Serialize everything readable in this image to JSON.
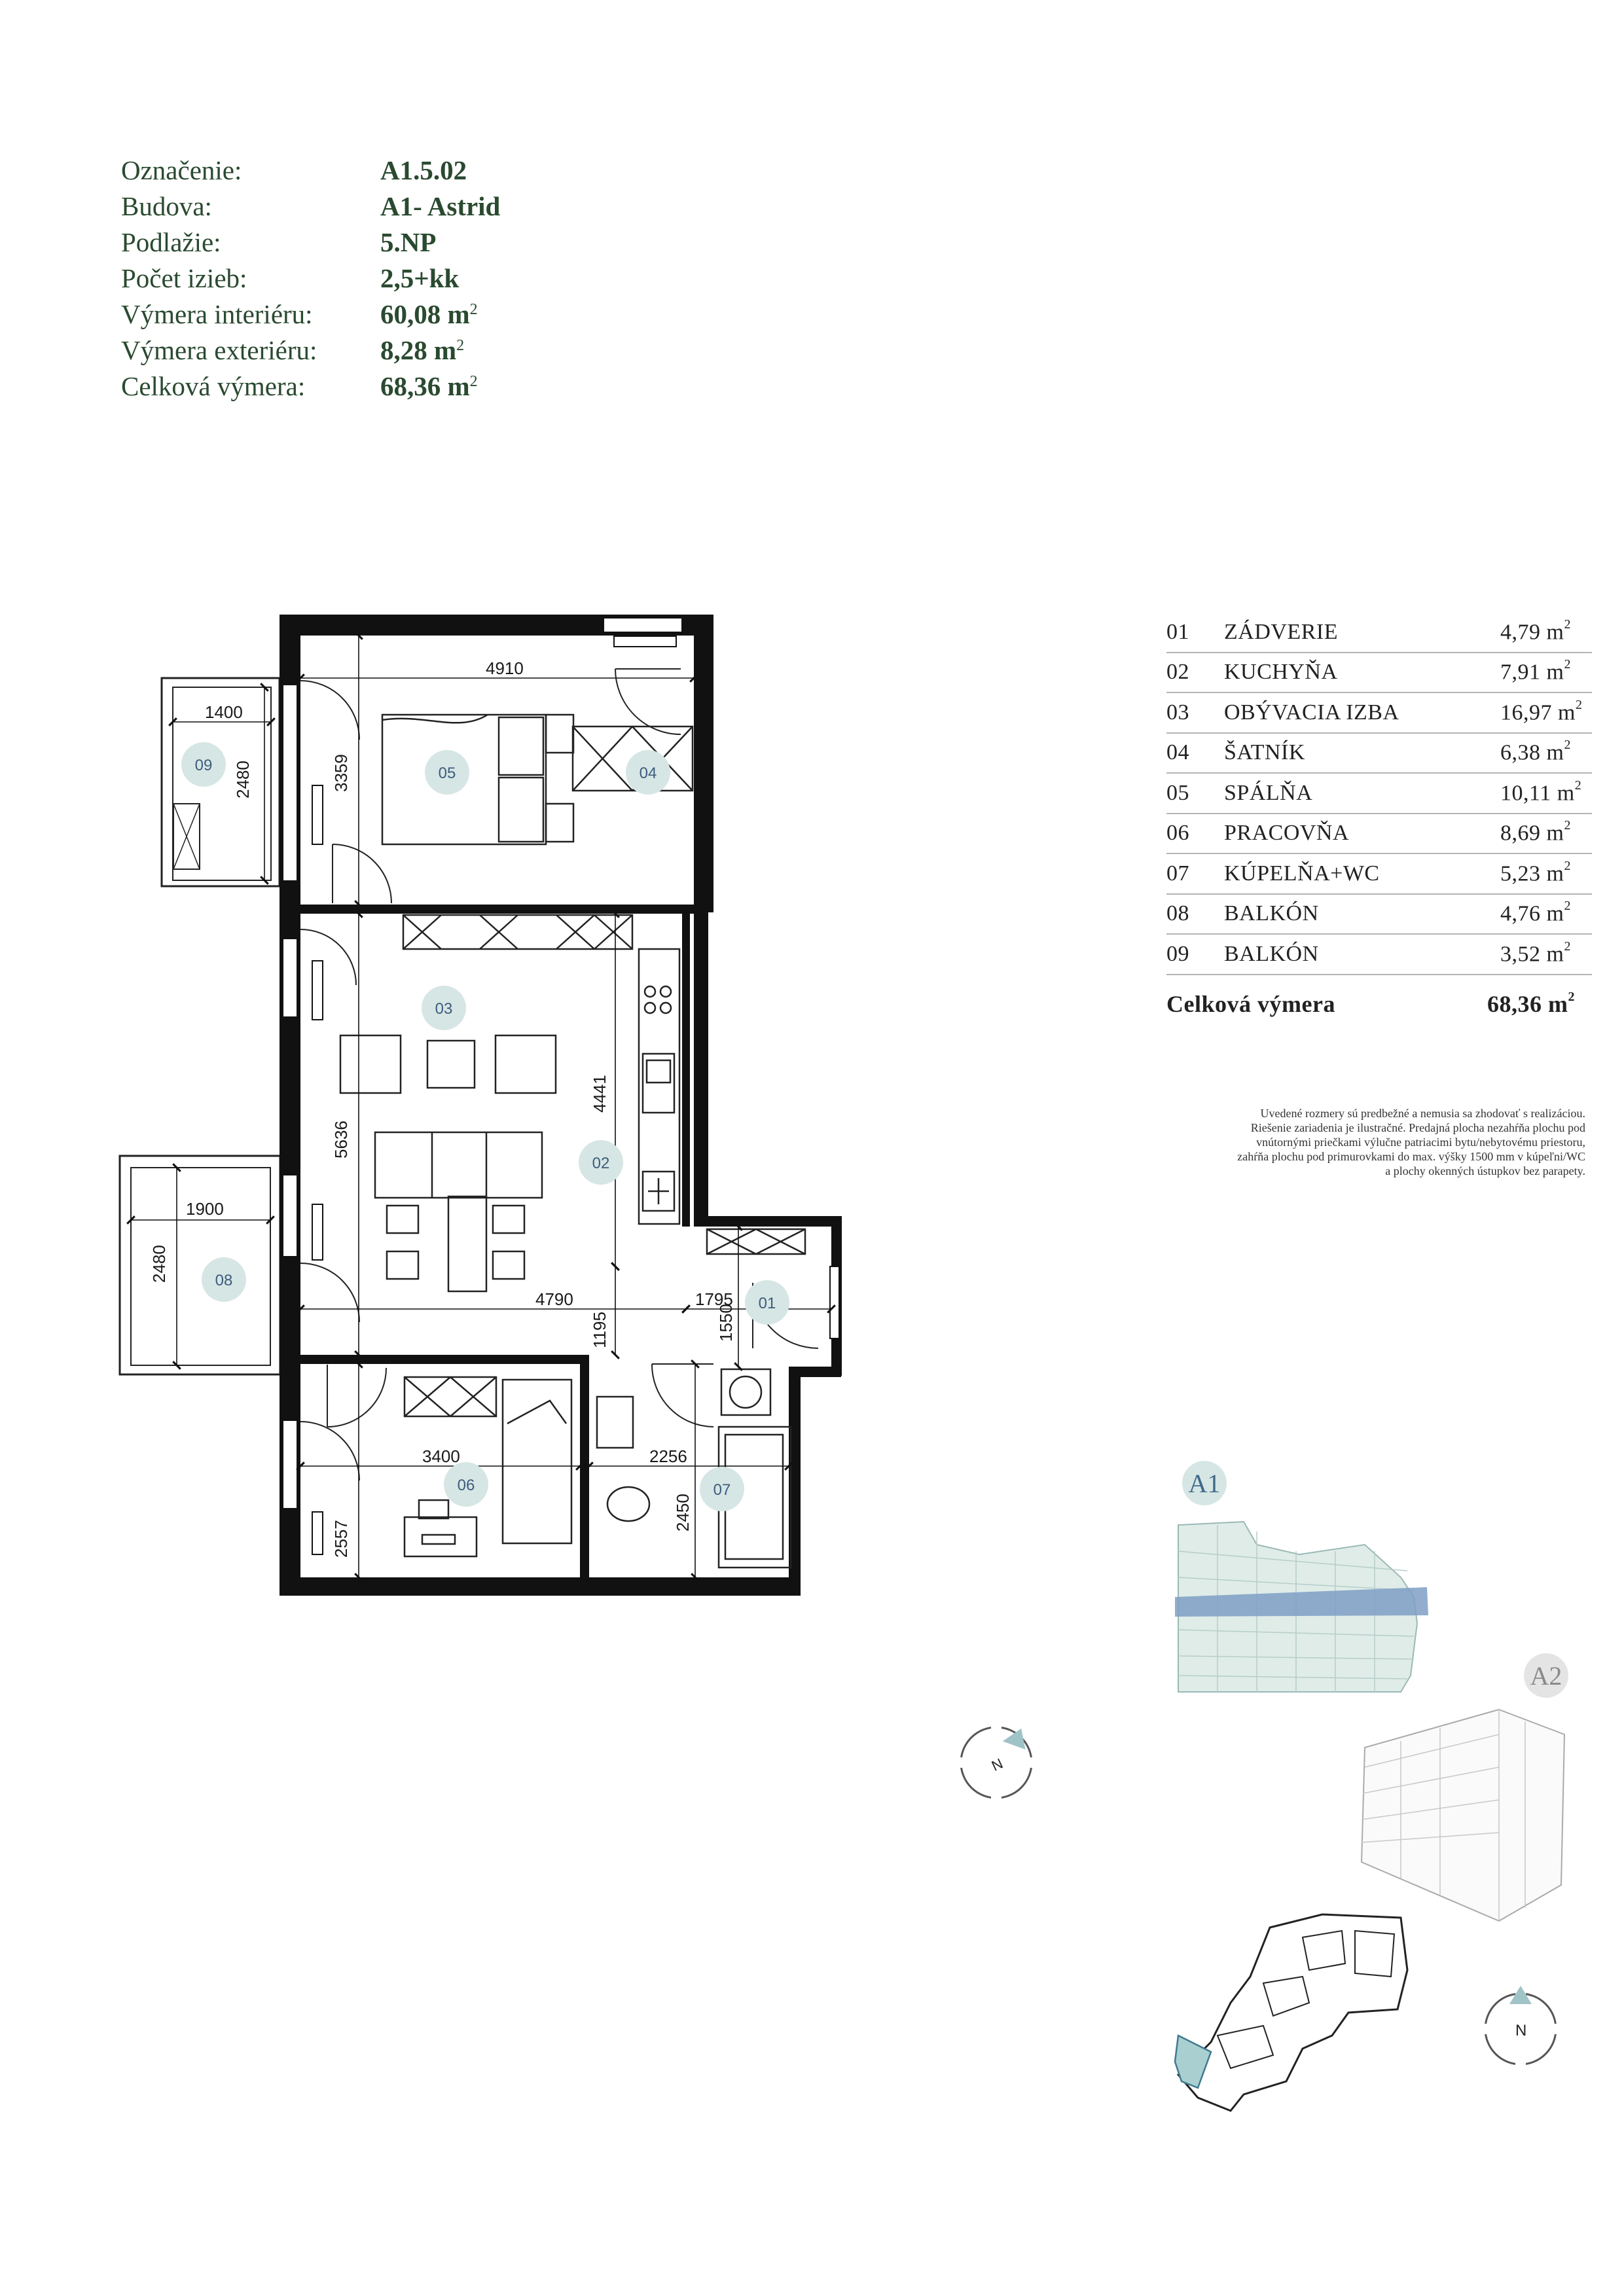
{
  "info": [
    {
      "label": "Označenie:",
      "value": "A1.5.02",
      "sup": ""
    },
    {
      "label": "Budova:",
      "value": "A1- Astrid",
      "sup": ""
    },
    {
      "label": "Podlažie:",
      "value": "5.NP",
      "sup": ""
    },
    {
      "label": "Počet izieb:",
      "value": "2,5+kk",
      "sup": ""
    },
    {
      "label": "Výmera interiéru:",
      "value": "60,08 m",
      "sup": "2"
    },
    {
      "label": "Výmera exteriéru:",
      "value": "8,28 m",
      "sup": "2"
    },
    {
      "label": "Celková výmera:",
      "value": "68,36 m",
      "sup": "2"
    }
  ],
  "rooms": [
    {
      "no": "01",
      "name": "ZÁDVERIE",
      "area": "4,79 m"
    },
    {
      "no": "02",
      "name": "KUCHYŇA",
      "area": "7,91 m"
    },
    {
      "no": "03",
      "name": "OBÝVACIA IZBA",
      "area": "16,97 m"
    },
    {
      "no": "04",
      "name": "ŠATNÍK",
      "area": "6,38 m"
    },
    {
      "no": "05",
      "name": "SPÁLŇA",
      "area": "10,11 m"
    },
    {
      "no": "06",
      "name": "PRACOVŇA",
      "area": "8,69 m"
    },
    {
      "no": "07",
      "name": "KÚPELŇA+WC",
      "area": "5,23 m"
    },
    {
      "no": "08",
      "name": "BALKÓN",
      "area": "4,76 m"
    },
    {
      "no": "09",
      "name": "BALKÓN",
      "area": "3,52 m"
    }
  ],
  "area_unit_sup": "2",
  "total": {
    "label": "Celková výmera",
    "value": "68,36  m",
    "sup": "2"
  },
  "note": [
    "Uvedené rozmery sú predbežné a nemusia sa zhodovať s realizáciou.",
    "Riešenie zariadenia je ilustračné. Predajná plocha nezahŕňa plochu pod",
    "vnútornými priečkami výlučne patriacimi bytu/nebytovému priestoru,",
    "zahŕňa plochu pod primurovkami do max. výšky 1500 mm v kúpeľni/WC",
    "a plochy okenných ústupkov bez parapety."
  ],
  "dimensions": {
    "d4910": "4910",
    "d1400": "1400",
    "d2480a": "2480",
    "d3359": "3359",
    "d4441": "4441",
    "d5636": "5636",
    "d1900": "1900",
    "d2480b": "2480",
    "d4790": "4790",
    "d1795": "1795",
    "d1195": "1195",
    "d1550": "1550",
    "d3400": "3400",
    "d2256": "2256",
    "d2450": "2450",
    "d2557": "2557"
  },
  "room_labels": {
    "r01": "01",
    "r02": "02",
    "r03": "03",
    "r04": "04",
    "r05": "05",
    "r06": "06",
    "r07": "07",
    "r08": "08",
    "r09": "09"
  },
  "buildings": {
    "a1": "A1",
    "a2": "A2"
  },
  "compass": {
    "north": "N"
  },
  "colors": {
    "text_green": "#2a4a30",
    "room_circle": "#d6e6e4",
    "room_text": "#3e5c7e",
    "highlight_floor": "#7f9fc6",
    "highlight_unit": "#a9cfd0"
  }
}
